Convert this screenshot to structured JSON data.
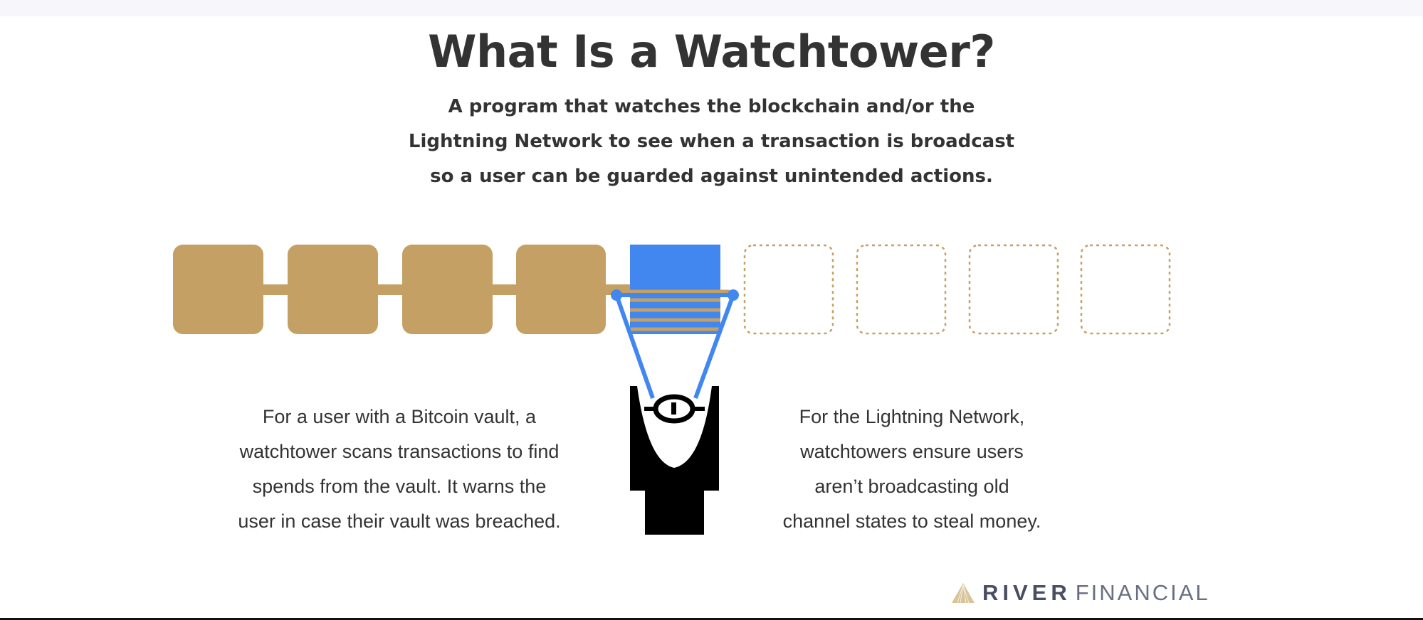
{
  "title": "What Is a Watchtower?",
  "subtitle": [
    "A program that watches the blockchain and/or the",
    "Lightning Network to see when a transaction is broadcast",
    "so a user can be guarded against unintended actions."
  ],
  "left_text": [
    "For a user with a Bitcoin vault, a",
    "watchtower scans transactions to find",
    "spends from the vault. It warns the",
    "user in case their vault was breached."
  ],
  "right_text": [
    "For the Lightning Network,",
    "watchtowers ensure users",
    "aren’t broadcasting old",
    "channel states to steal money."
  ],
  "diagram": {
    "confirmed_blocks": 4,
    "current_blocks": 1,
    "future_blocks": 4,
    "colors": {
      "block": "#c4a064",
      "current": "#4287f0",
      "tower": "#000000"
    }
  },
  "logo": {
    "bold": "RIVER",
    "light": "FINANCIAL"
  }
}
